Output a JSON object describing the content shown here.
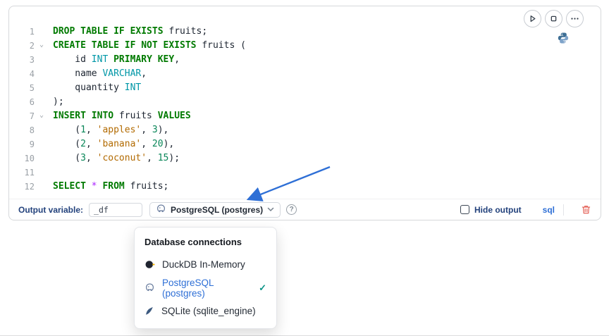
{
  "colors": {
    "keyword": "#007a00",
    "type": "#0097a7",
    "string": "#b26a00",
    "number": "#098658",
    "operator": "#aa22ff",
    "plain": "#1c2430",
    "accent": "#2e6fd6",
    "label": "#23427c",
    "check": "#0d9488",
    "danger": "#e2574c",
    "line_number": "#9aa0a6",
    "arrow": "#2e6fd6"
  },
  "actions": {
    "run_icon": "play-icon",
    "stop_icon": "stop-icon",
    "more_icon": "ellipsis-icon",
    "language_icon": "python-icon"
  },
  "editor": {
    "fold_glyph": "⌄",
    "lines": [
      {
        "num": "1",
        "fold": false,
        "tokens": [
          {
            "t": "kw",
            "v": "DROP TABLE IF EXISTS"
          },
          {
            "t": "pl",
            "v": " fruits;"
          }
        ]
      },
      {
        "num": "2",
        "fold": true,
        "tokens": [
          {
            "t": "kw",
            "v": "CREATE TABLE IF NOT EXISTS"
          },
          {
            "t": "pl",
            "v": " fruits ("
          }
        ]
      },
      {
        "num": "3",
        "fold": false,
        "tokens": [
          {
            "t": "pl",
            "v": "    id "
          },
          {
            "t": "ty",
            "v": "INT"
          },
          {
            "t": "pl",
            "v": " "
          },
          {
            "t": "kw",
            "v": "PRIMARY KEY"
          },
          {
            "t": "pl",
            "v": ","
          }
        ]
      },
      {
        "num": "4",
        "fold": false,
        "tokens": [
          {
            "t": "pl",
            "v": "    name "
          },
          {
            "t": "ty",
            "v": "VARCHAR"
          },
          {
            "t": "pl",
            "v": ","
          }
        ]
      },
      {
        "num": "5",
        "fold": false,
        "tokens": [
          {
            "t": "pl",
            "v": "    quantity "
          },
          {
            "t": "ty",
            "v": "INT"
          }
        ]
      },
      {
        "num": "6",
        "fold": false,
        "tokens": [
          {
            "t": "pl",
            "v": ");"
          }
        ]
      },
      {
        "num": "7",
        "fold": true,
        "tokens": [
          {
            "t": "kw",
            "v": "INSERT INTO"
          },
          {
            "t": "pl",
            "v": " fruits "
          },
          {
            "t": "kw",
            "v": "VALUES"
          }
        ]
      },
      {
        "num": "8",
        "fold": false,
        "tokens": [
          {
            "t": "pl",
            "v": "    ("
          },
          {
            "t": "num",
            "v": "1"
          },
          {
            "t": "pl",
            "v": ", "
          },
          {
            "t": "str",
            "v": "'apples'"
          },
          {
            "t": "pl",
            "v": ", "
          },
          {
            "t": "num",
            "v": "3"
          },
          {
            "t": "pl",
            "v": "),"
          }
        ]
      },
      {
        "num": "9",
        "fold": false,
        "tokens": [
          {
            "t": "pl",
            "v": "    ("
          },
          {
            "t": "num",
            "v": "2"
          },
          {
            "t": "pl",
            "v": ", "
          },
          {
            "t": "str",
            "v": "'banana'"
          },
          {
            "t": "pl",
            "v": ", "
          },
          {
            "t": "num",
            "v": "20"
          },
          {
            "t": "pl",
            "v": "),"
          }
        ]
      },
      {
        "num": "10",
        "fold": false,
        "tokens": [
          {
            "t": "pl",
            "v": "    ("
          },
          {
            "t": "num",
            "v": "3"
          },
          {
            "t": "pl",
            "v": ", "
          },
          {
            "t": "str",
            "v": "'coconut'"
          },
          {
            "t": "pl",
            "v": ", "
          },
          {
            "t": "num",
            "v": "15"
          },
          {
            "t": "pl",
            "v": ");"
          }
        ]
      },
      {
        "num": "11",
        "fold": false,
        "tokens": []
      },
      {
        "num": "12",
        "fold": false,
        "tokens": [
          {
            "t": "kw",
            "v": "SELECT"
          },
          {
            "t": "pl",
            "v": " "
          },
          {
            "t": "op",
            "v": "*"
          },
          {
            "t": "pl",
            "v": " "
          },
          {
            "t": "kw",
            "v": "FROM"
          },
          {
            "t": "pl",
            "v": " fruits;"
          }
        ]
      }
    ]
  },
  "toolbar": {
    "output_variable_label": "Output variable:",
    "output_variable_value": "_df",
    "connection_label": "PostgreSQL (postgres)",
    "connection_icon": "postgres-elephant-icon",
    "help_glyph": "?",
    "hide_output_label": "Hide output",
    "hide_output_checked": false,
    "language_label": "sql",
    "delete_icon": "trash-icon"
  },
  "dropdown": {
    "title": "Database connections",
    "check_glyph": "✓",
    "items": [
      {
        "label": "DuckDB In-Memory",
        "icon": "duckdb-icon",
        "selected": false
      },
      {
        "label": "PostgreSQL (postgres)",
        "icon": "postgres-elephant-icon",
        "selected": true
      },
      {
        "label": "SQLite (sqlite_engine)",
        "icon": "sqlite-feather-icon",
        "selected": false
      }
    ]
  }
}
